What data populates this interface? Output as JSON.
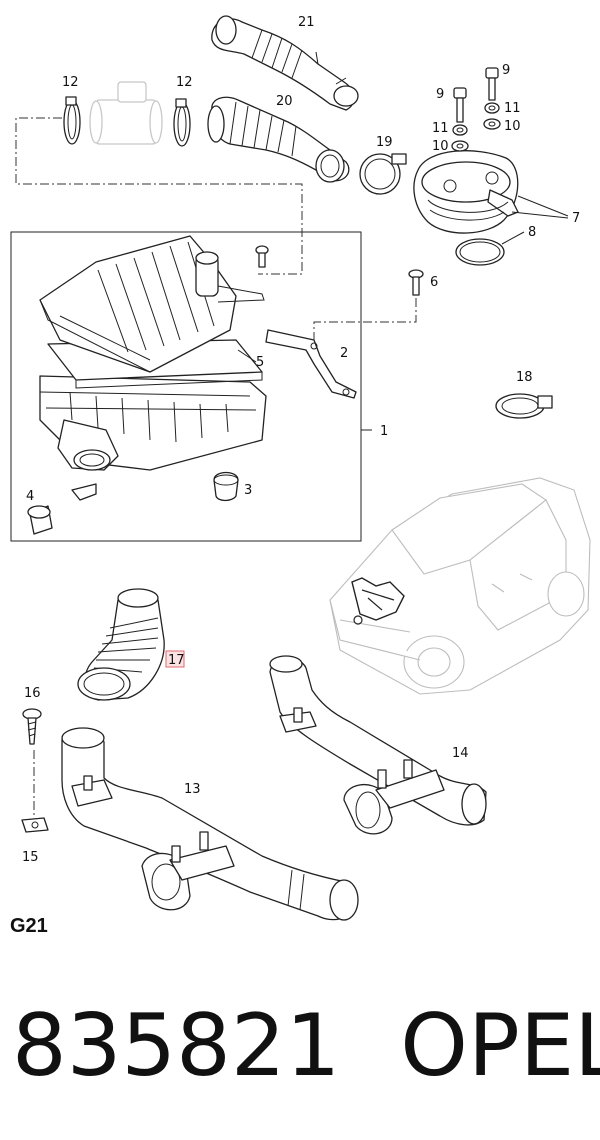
{
  "diagram": {
    "callouts": {
      "p1": "1",
      "p2": "2",
      "p3": "3",
      "p4": "4",
      "p5": "5",
      "p6": "6",
      "p7": "7",
      "p8": "8",
      "p9a": "9",
      "p9b": "9",
      "p10a": "10",
      "p10b": "10",
      "p11a": "11",
      "p11b": "11",
      "p12a": "12",
      "p12b": "12",
      "p13": "13",
      "p14": "14",
      "p15": "15",
      "p16": "16",
      "p17": "17",
      "p18": "18",
      "p19": "19",
      "p20": "20",
      "p21": "21"
    },
    "highlight_color": "#e06a70",
    "highlight_fill": "#fbe3e4"
  },
  "footer": {
    "page_code": "G21",
    "part_number": "835821",
    "brand": "OPEL"
  }
}
